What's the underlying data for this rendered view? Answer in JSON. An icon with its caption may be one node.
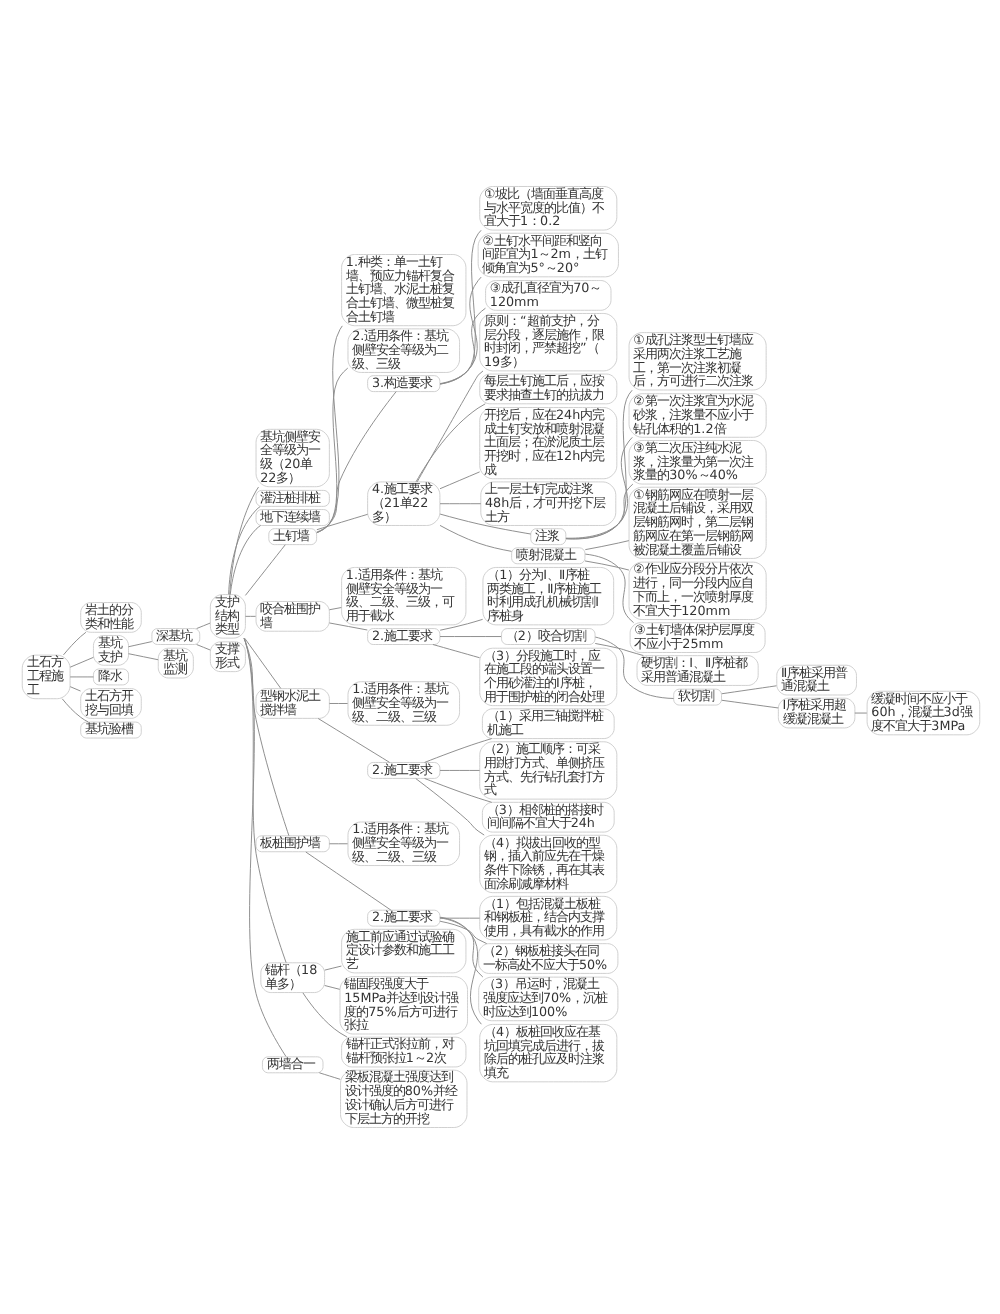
{
  "diagram": {
    "nodes": [
      {
        "text": [
          "土石方工程施工"
        ]
      },
      {
        "text": [
          "岩土的分类和性能"
        ]
      },
      {
        "text": [
          "基坑支护"
        ]
      },
      {
        "text": [
          "深基坑"
        ]
      },
      {
        "text": [
          "支护结构类型"
        ]
      },
      {
        "text": [
          "基坑侧壁安全等级为一级（20单22多）"
        ]
      },
      {
        "text": [
          "灌注桩排桩"
        ]
      },
      {
        "text": [
          "地下连续墙"
        ]
      },
      {
        "text": [
          "土钉墙"
        ]
      },
      {
        "text": [
          "1.种类：单一土钉墙、预应力锚杆复合土钉墙、水泥土桩复合土钉墙、微型桩复合土钉墙"
        ]
      },
      {
        "text": [
          "2.适用条件：基坑侧壁安全等级为二级、三级"
        ]
      },
      {
        "text": [
          "3.构造要求"
        ]
      },
      {
        "text": [
          "①坡比（墙面垂直高度与水平宽度的比值）不宜大于1：0.2"
        ]
      },
      {
        "text": [
          "②土钉水平间距和竖向间距宜为1～2m，土钉倾角宜为5°～20°"
        ]
      },
      {
        "text": [
          "③成孔直径宜为70～120mm"
        ]
      },
      {
        "text": [
          "4.施工要求（21单22多）"
        ]
      },
      {
        "text": [
          "原则：“超前支护，分层分段，逐层施作，限时封闭，严禁超挖”（19多）"
        ]
      },
      {
        "text": [
          "每层土钉施工后，应按要求抽查土钉的抗拔力"
        ]
      },
      {
        "text": [
          "开挖后，应在24h内完成土钉安放和喷射混凝土面层；在淤泥质土层开挖时，应在12h内完成"
        ]
      },
      {
        "text": [
          "上一层土钉完成注浆48h后，才可开挖下层土方"
        ]
      },
      {
        "text": [
          "注浆"
        ]
      },
      {
        "text": [
          "①成孔注浆型土钉墙应采用两次注浆工艺施工，第一次注浆初凝后，方可进行二次注浆"
        ]
      },
      {
        "text": [
          "②第一次注浆宜为水泥砂浆，注浆量不应小于钻孔体积的1.2倍"
        ]
      },
      {
        "text": [
          "③第二次压注纯水泥浆，注浆量为第一次注浆量的30%～40%"
        ]
      },
      {
        "text": [
          "喷射混凝土"
        ]
      },
      {
        "text": [
          "①钢筋网应在喷射一层混凝土后铺设，采用双层钢筋网时，第二层钢筋网应在第一层钢筋网被混凝土覆盖后铺设"
        ]
      },
      {
        "text": [
          "②作业应分段分片依次进行，同一分段内应自下而上，一次喷射厚度不宜大于120mm"
        ]
      },
      {
        "text": [
          "③土钉墙体保护层厚度不应小于25mm"
        ]
      },
      {
        "text": [
          "咬合桩围护墙"
        ]
      },
      {
        "text": [
          "1.适用条件：基坑侧壁安全等级为一级、二级、三级，可用于截水"
        ]
      },
      {
        "text": [
          "2.施工要求"
        ]
      },
      {
        "text": [
          "（1）分为Ⅰ、Ⅱ序桩两类施工，Ⅱ序桩施工时利用成孔机械切割Ⅰ序桩身"
        ]
      },
      {
        "text": [
          "（2）咬合切割"
        ]
      },
      {
        "text": [
          "硬切割：Ⅰ、Ⅱ序桩都采用普通混凝土"
        ]
      },
      {
        "text": [
          "软切割"
        ]
      },
      {
        "text": [
          "Ⅱ序桩采用普通混凝土"
        ]
      },
      {
        "text": [
          "Ⅰ序桩采用超缓凝混凝土"
        ]
      },
      {
        "text": [
          "缓凝时间不应小于60h，混凝土3d强度不宜大于3MPa"
        ]
      },
      {
        "text": [
          "（3）分段施工时，应在施工段的端头设置一个用砂灌注的Ⅰ序桩，用于围护桩的闭合处理"
        ]
      },
      {
        "text": [
          "型钢水泥土搅拌墙"
        ]
      },
      {
        "text": [
          "1.适用条件：基坑侧壁安全等级为一级、二级、三级"
        ]
      },
      {
        "text": [
          "2.施工要求"
        ]
      },
      {
        "text": [
          "（1）采用三轴搅拌桩机施工"
        ]
      },
      {
        "text": [
          "（2）施工顺序：可采用跳打方式、单侧挤压方式、先行钻孔套打方式"
        ]
      },
      {
        "text": [
          "（3）相邻桩的搭接时间间隔不宜大于24h"
        ]
      },
      {
        "text": [
          "（4）拟拔出回收的型钢，插入前应先在干燥条件下除锈，再在其表面涂刷减摩材料"
        ]
      },
      {
        "text": [
          "板桩围护墙"
        ]
      },
      {
        "text": [
          "1.适用条件：基坑侧壁安全等级为一级、二级、三级"
        ]
      },
      {
        "text": [
          "2.施工要求"
        ]
      },
      {
        "text": [
          "（1）包括混凝土板桩和钢板桩，结合内支撑使用，具有截水的作用"
        ]
      },
      {
        "text": [
          "（2）钢板桩接头在同一标高处不应大于50%"
        ]
      },
      {
        "text": [
          "（3）吊运时，混凝土强度应达到70%，沉桩时应达到100%"
        ]
      },
      {
        "text": [
          "（4）板桩回收应在基坑回填完成后进行，拔除后的桩孔应及时注浆填充"
        ]
      },
      {
        "text": [
          "锚杆（18单多）"
        ]
      },
      {
        "text": [
          "施工前应通过试验确定设计参数和施工工艺"
        ]
      },
      {
        "text": [
          "锚固段强度大于15MPa并达到设计强度的75%后方可进行张拉"
        ]
      },
      {
        "text": [
          "锚杆正式张拉前，对锚杆预张拉1～2次"
        ]
      },
      {
        "text": [
          "两墙合一"
        ]
      },
      {
        "text": [
          "梁板混凝土强度达到设计强度的80%并经设计确认后方可进行下层土方的开挖"
        ]
      },
      {
        "text": [
          "支撑形式"
        ]
      },
      {
        "text": [
          "基坑监测"
        ]
      },
      {
        "text": [
          "降水"
        ]
      },
      {
        "text": [
          "土石方开挖与回填"
        ]
      },
      {
        "text": [
          "基坑验槽"
        ]
      }
    ],
    "edges": [
      {
        "from": 0,
        "to": 1,
        "arrow": "none"
      },
      {
        "from": 0,
        "to": 2,
        "arrow": "none"
      },
      {
        "from": 2,
        "to": 3,
        "arrow": "none"
      },
      {
        "from": 3,
        "to": 4,
        "arrow": "none"
      },
      {
        "from": 4,
        "to": 5,
        "arrow": "none"
      },
      {
        "from": 4,
        "to": 6,
        "arrow": "none"
      },
      {
        "from": 4,
        "to": 7,
        "arrow": "none"
      },
      {
        "from": 4,
        "to": 8,
        "arrow": "none"
      },
      {
        "from": 8,
        "to": 9,
        "arrow": "none"
      },
      {
        "from": 8,
        "to": 10,
        "arrow": "none"
      },
      {
        "from": 8,
        "to": 11,
        "arrow": "none"
      },
      {
        "from": 11,
        "to": 12,
        "arrow": "none"
      },
      {
        "from": 11,
        "to": 13,
        "arrow": "none"
      },
      {
        "from": 11,
        "to": 14,
        "arrow": "none"
      },
      {
        "from": 8,
        "to": 15,
        "arrow": "none"
      },
      {
        "from": 15,
        "to": 16,
        "arrow": "none"
      },
      {
        "from": 15,
        "to": 17,
        "arrow": "none"
      },
      {
        "from": 15,
        "to": 18,
        "arrow": "none"
      },
      {
        "from": 15,
        "to": 19,
        "arrow": "none"
      },
      {
        "from": 15,
        "to": 20,
        "arrow": "none"
      },
      {
        "from": 20,
        "to": 21,
        "arrow": "none"
      },
      {
        "from": 20,
        "to": 22,
        "arrow": "none"
      },
      {
        "from": 20,
        "to": 23,
        "arrow": "none"
      },
      {
        "from": 15,
        "to": 24,
        "arrow": "none"
      },
      {
        "from": 24,
        "to": 25,
        "arrow": "none"
      },
      {
        "from": 24,
        "to": 26,
        "arrow": "none"
      },
      {
        "from": 24,
        "to": 27,
        "arrow": "none"
      },
      {
        "from": 4,
        "to": 28,
        "arrow": "none"
      },
      {
        "from": 28,
        "to": 29,
        "arrow": "none"
      },
      {
        "from": 28,
        "to": 30,
        "arrow": "none"
      },
      {
        "from": 30,
        "to": 31,
        "arrow": "none"
      },
      {
        "from": 30,
        "to": 32,
        "arrow": "none"
      },
      {
        "from": 32,
        "to": 33,
        "arrow": "none"
      },
      {
        "from": 32,
        "to": 34,
        "arrow": "none"
      },
      {
        "from": 34,
        "to": 35,
        "arrow": "none"
      },
      {
        "from": 34,
        "to": 36,
        "arrow": "none"
      },
      {
        "from": 36,
        "to": 37,
        "arrow": "none"
      },
      {
        "from": 30,
        "to": 38,
        "arrow": "none"
      },
      {
        "from": 4,
        "to": 39,
        "arrow": "none"
      },
      {
        "from": 39,
        "to": 40,
        "arrow": "none"
      },
      {
        "from": 39,
        "to": 41,
        "arrow": "none"
      },
      {
        "from": 41,
        "to": 42,
        "arrow": "none"
      },
      {
        "from": 41,
        "to": 43,
        "arrow": "none"
      },
      {
        "from": 41,
        "to": 44,
        "arrow": "none"
      },
      {
        "from": 41,
        "to": 45,
        "arrow": "none"
      },
      {
        "from": 4,
        "to": 46,
        "arrow": "none"
      },
      {
        "from": 46,
        "to": 47,
        "arrow": "none"
      },
      {
        "from": 46,
        "to": 48,
        "arrow": "none"
      },
      {
        "from": 48,
        "to": 49,
        "arrow": "none"
      },
      {
        "from": 48,
        "to": 50,
        "arrow": "none"
      },
      {
        "from": 48,
        "to": 51,
        "arrow": "none"
      },
      {
        "from": 48,
        "to": 52,
        "arrow": "none"
      },
      {
        "from": 4,
        "to": 53,
        "arrow": "none"
      },
      {
        "from": 53,
        "to": 54,
        "arrow": "none"
      },
      {
        "from": 53,
        "to": 55,
        "arrow": "none"
      },
      {
        "from": 53,
        "to": 56,
        "arrow": "none"
      },
      {
        "from": 4,
        "to": 57,
        "arrow": "none"
      },
      {
        "from": 57,
        "to": 58,
        "arrow": "none"
      },
      {
        "from": 3,
        "to": 59,
        "arrow": "none"
      },
      {
        "from": 2,
        "to": 60,
        "arrow": "none"
      },
      {
        "from": 0,
        "to": 61,
        "arrow": "none"
      },
      {
        "from": 0,
        "to": 62,
        "arrow": "none"
      },
      {
        "from": 0,
        "to": 63,
        "arrow": "none"
      }
    ]
  }
}
